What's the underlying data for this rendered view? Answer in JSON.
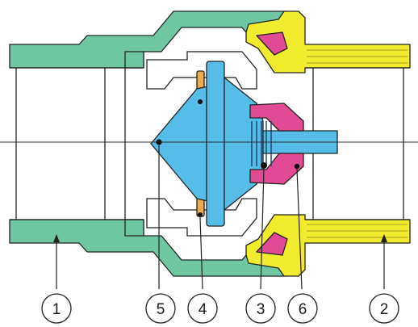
{
  "colors": {
    "body": "#6fc7a1",
    "end_fitting": "#f2ec2e",
    "disc": "#55bde8",
    "seat_ring": "#e14b93",
    "guide_insert": "#f3a94a",
    "outline": "#222222",
    "interior": "#ffffff"
  },
  "callouts": [
    {
      "id": "body",
      "label": "1"
    },
    {
      "id": "end-fitting",
      "label": "2"
    },
    {
      "id": "spring-retainer",
      "label": "3"
    },
    {
      "id": "guide-insert",
      "label": "4"
    },
    {
      "id": "disc",
      "label": "5"
    },
    {
      "id": "seat-ring",
      "label": "6"
    }
  ]
}
